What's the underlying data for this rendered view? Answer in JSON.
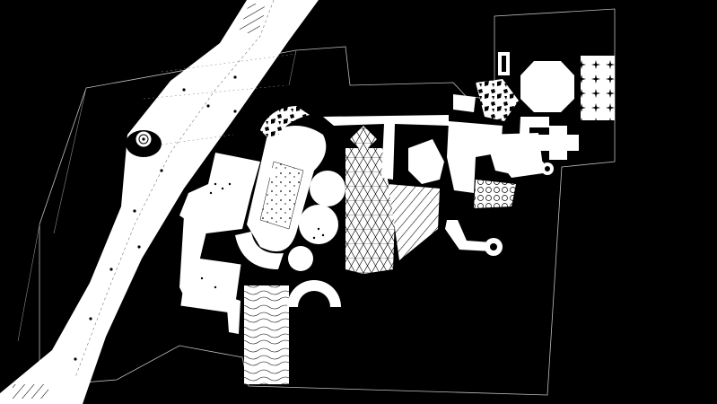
{
  "plan": {
    "background": "#000000",
    "ink": "#ffffff",
    "linework": "#bfbfbf",
    "fill_patterns": [
      "stipple",
      "triangulated",
      "contour",
      "hatch",
      "star-tile",
      "cell-mesh"
    ]
  }
}
